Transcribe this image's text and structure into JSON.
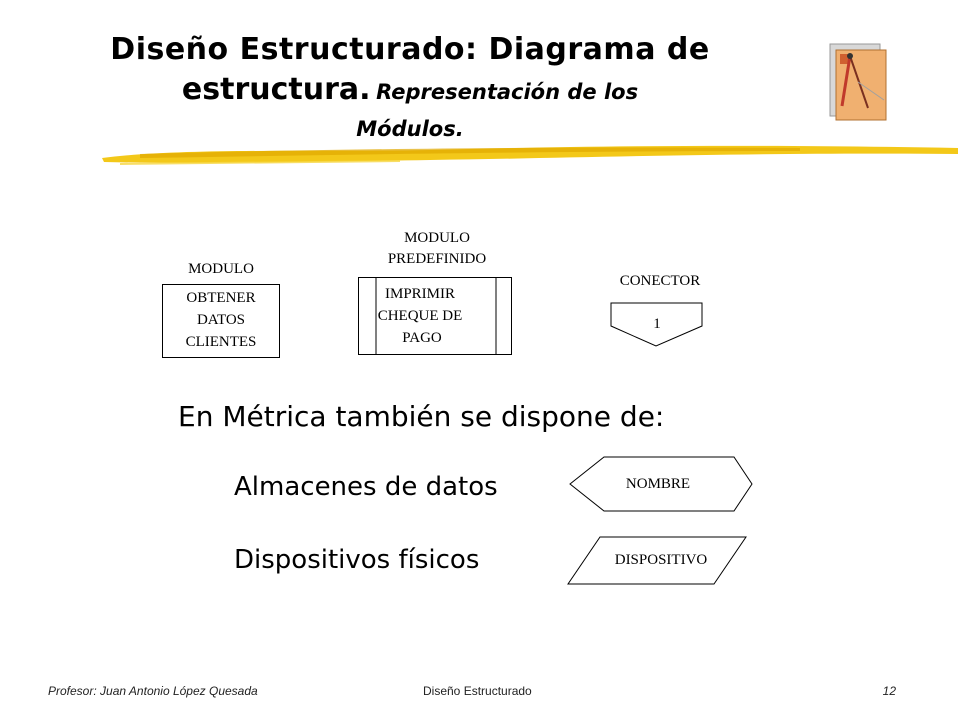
{
  "slide": {
    "title_line1": "Diseño Estructurado: Diagrama de",
    "title_line2_bold": "estructura.",
    "title_line2_italic": "Representación de los",
    "title_line3_italic": "Módulos."
  },
  "shapes": {
    "modulo": {
      "caption": "MODULO",
      "lines": [
        "OBTENER",
        "DATOS",
        "CLIENTES"
      ]
    },
    "predefinido": {
      "caption_lines": [
        "MODULO",
        "PREDEFINIDO"
      ],
      "lines": [
        "IMPRIMIR",
        "CHEQUE DE",
        "PAGO"
      ]
    },
    "conector": {
      "caption": "CONECTOR",
      "value": "1"
    }
  },
  "metrica": {
    "heading": "En Métrica también se dispone de:",
    "items": [
      {
        "label": "Almacenes de datos",
        "shape_text": "NOMBRE"
      },
      {
        "label": "Dispositivos físicos",
        "shape_text": "DISPOSITIVO"
      }
    ]
  },
  "footer": {
    "author": "Profesor: Juan Antonio López Quesada",
    "subject": "Diseño Estructurado",
    "page": "12"
  },
  "colors": {
    "highlight": "#f2c200",
    "icon_bg": "#f0b070",
    "icon_pen": "#c0392b"
  }
}
